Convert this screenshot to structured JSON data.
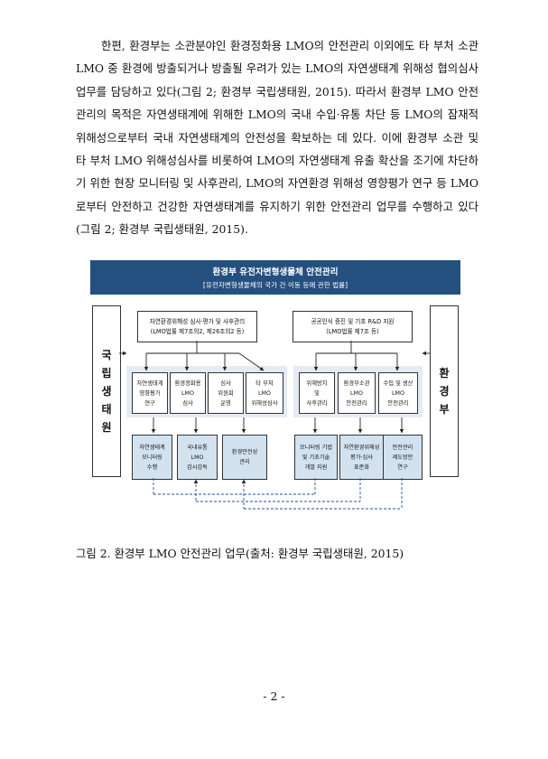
{
  "body": {
    "paragraph": "한편, 환경부는 소관분야인 환경정화용 LMO의 안전관리 이외에도 타 부처 소관 LMO 중 환경에 방출되거나 방출될 우려가 있는 LMO의 자연생태계 위해성 협의심사 업무를 담당하고 있다(그림 2; 환경부 국립생태원, 2015). 따라서 환경부 LMO 안전관리의 목적은 자연생태계에 위해한 LMO의 국내 수입·유통 차단 등 LMO의 잠재적 위해성으로부터 국내 자연생태계의 안전성을 확보하는 데 있다. 이에 환경부 소관 및 타 부처 LMO 위해성심사를 비롯하여 LMO의 자연생태계 유출 확산을 조기에 차단하기 위한 현장 모니터링 및 사후관리, LMO의 자연환경 위해성 영향평가 연구 등 LMO로부터 안전하고 건강한 자연생태계를 유지하기 위한 안전관리 업무를 수행하고 있다(그림 2; 환경부 국립생태원, 2015)."
  },
  "figure": {
    "title": "환경부 유전자변형생물체 안전관리",
    "subtitle": "[유전자변형생물체의 국가 간 이동 등에 관한 법률]",
    "left_side": [
      "국",
      "립",
      "생",
      "태",
      "원"
    ],
    "right_side": [
      "환",
      "경",
      "부"
    ],
    "left_top": {
      "line1": "자연환경위해성 심사·평가 및 사후관리",
      "line2": "(LMO법률 제7조의2, 제26조의2 등)"
    },
    "right_top": {
      "line1": "공공인식 증진 및 기초 R&D 지원",
      "line2": "(LMO법률 제7조 등)"
    },
    "left_boxes": [
      [
        "자연생태계",
        "영향평가",
        "연구"
      ],
      [
        "환경정화용",
        "LMO",
        "심사"
      ],
      [
        "심사",
        "위원회",
        "운영"
      ],
      [
        "타 부처",
        "LMO",
        "위해성심사"
      ]
    ],
    "right_boxes": [
      [
        "위해방지",
        "및",
        "사후관리"
      ],
      [
        "환경부소관",
        "LMO",
        "안전관리"
      ],
      [
        "수입 및 생산",
        "LMO",
        "안전관리"
      ]
    ],
    "bottom_left_boxes": [
      [
        "자연생태계",
        "모니터링",
        "수행"
      ],
      [
        "국내유통",
        "LMO",
        "감시감독"
      ],
      [
        "환경안전성",
        "관리"
      ]
    ],
    "bottom_right_boxes": [
      [
        "모니터링 기법",
        "및 기초기술",
        "개발 지원"
      ],
      [
        "자연환경위해성",
        "평가·심사",
        "표준화"
      ],
      [
        "안전관리",
        "제도방안",
        "연구"
      ]
    ]
  },
  "caption": "그림 2. 환경부 LMO 안전관리 업무(출처: 환경부 국립생태원, 2015)",
  "page_number": "- 2 -"
}
